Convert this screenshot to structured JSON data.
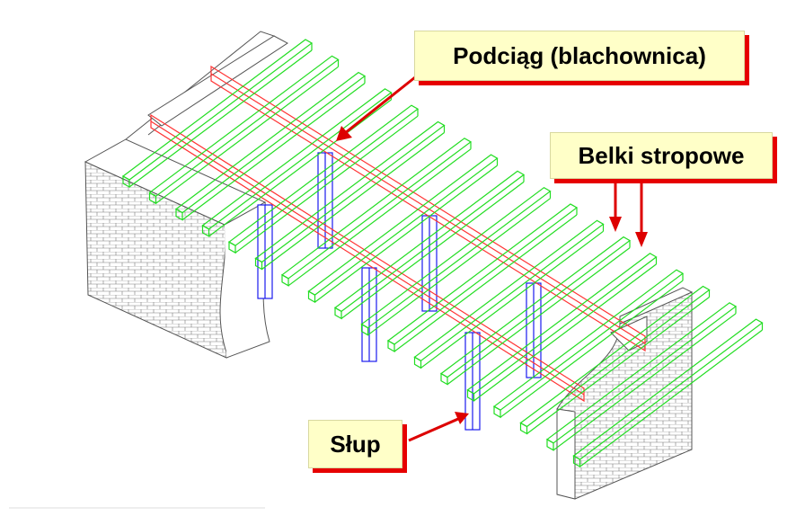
{
  "labels": {
    "girder": "Podciąg (blachownica)",
    "joists": "Belki stropowe",
    "column": "Słup"
  },
  "colors": {
    "joist": "#22dd22",
    "girder": "#ff3333",
    "column": "#1a1aee",
    "wall": "#6a6a6a",
    "arrow": "#dd0000",
    "callout_fill": "#ffffc8",
    "callout_shadow": "#e60000"
  },
  "structure": {
    "joist_count": 18,
    "girder_count": 2,
    "column_count": 6
  }
}
